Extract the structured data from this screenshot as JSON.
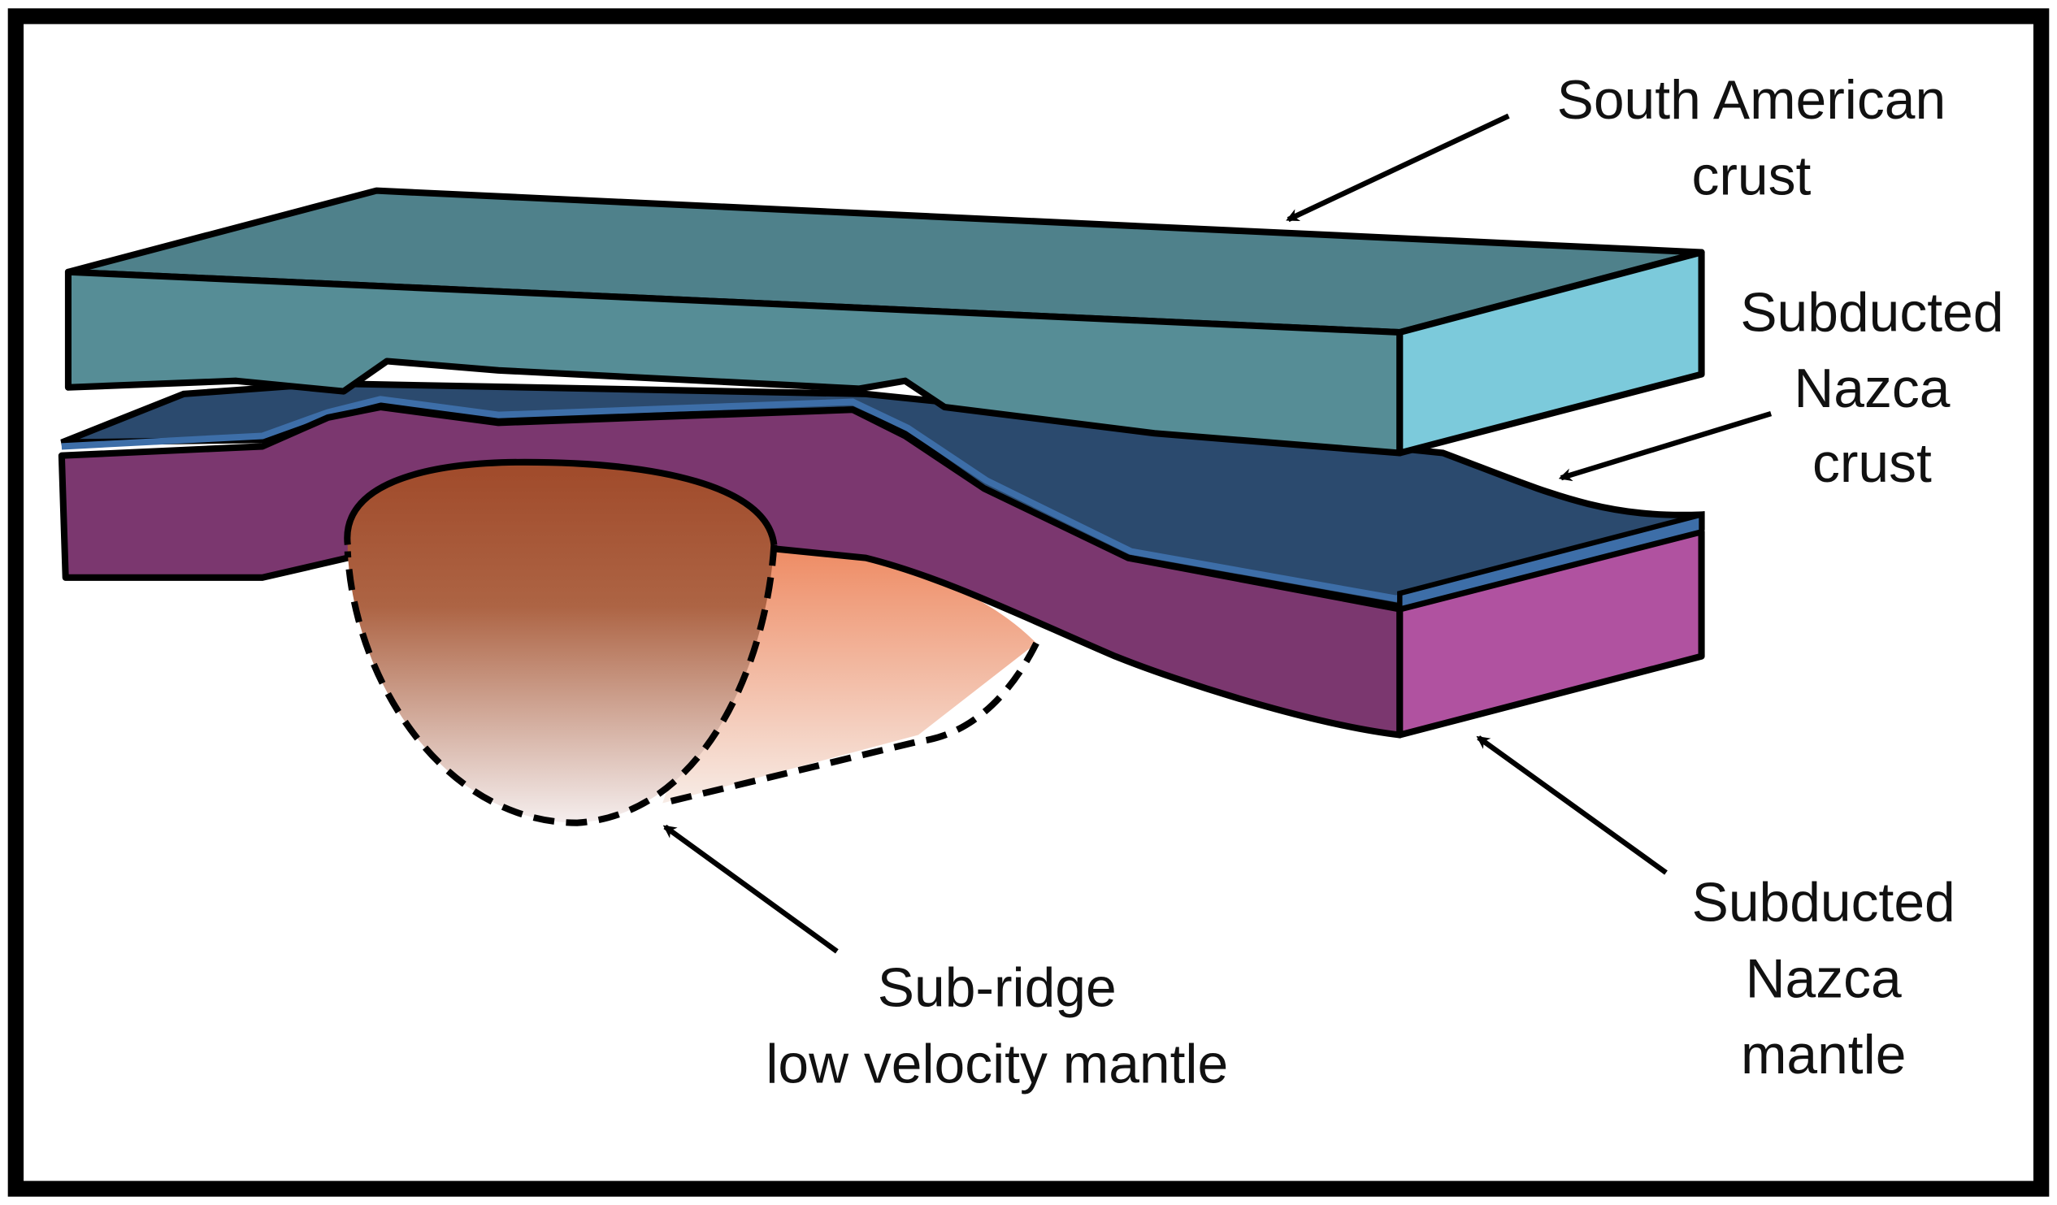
{
  "labels": {
    "south_american_crust": [
      "South American",
      "crust"
    ],
    "subducted_nazca_crust": [
      "Subducted",
      "Nazca",
      "crust"
    ],
    "sub_ridge_mantle": [
      "Sub-ridge",
      "low velocity mantle"
    ],
    "subducted_nazca_mantle": [
      "Subducted",
      "Nazca",
      "mantle"
    ]
  },
  "colors": {
    "sa_crust_top": "#4f818b",
    "sa_crust_front": "#568d96",
    "sa_crust_side": "#7ccadb",
    "nazca_crust": "#2b4a6e",
    "nazca_crust_edge": "#3d6ea8",
    "nazca_mantle_front": "#7b376f",
    "nazca_mantle_side": "#b052a0",
    "anomaly_front_top": "#a04a2a",
    "anomaly_back": "#ee8a62",
    "anomaly_bottom": "#f5eeee"
  }
}
